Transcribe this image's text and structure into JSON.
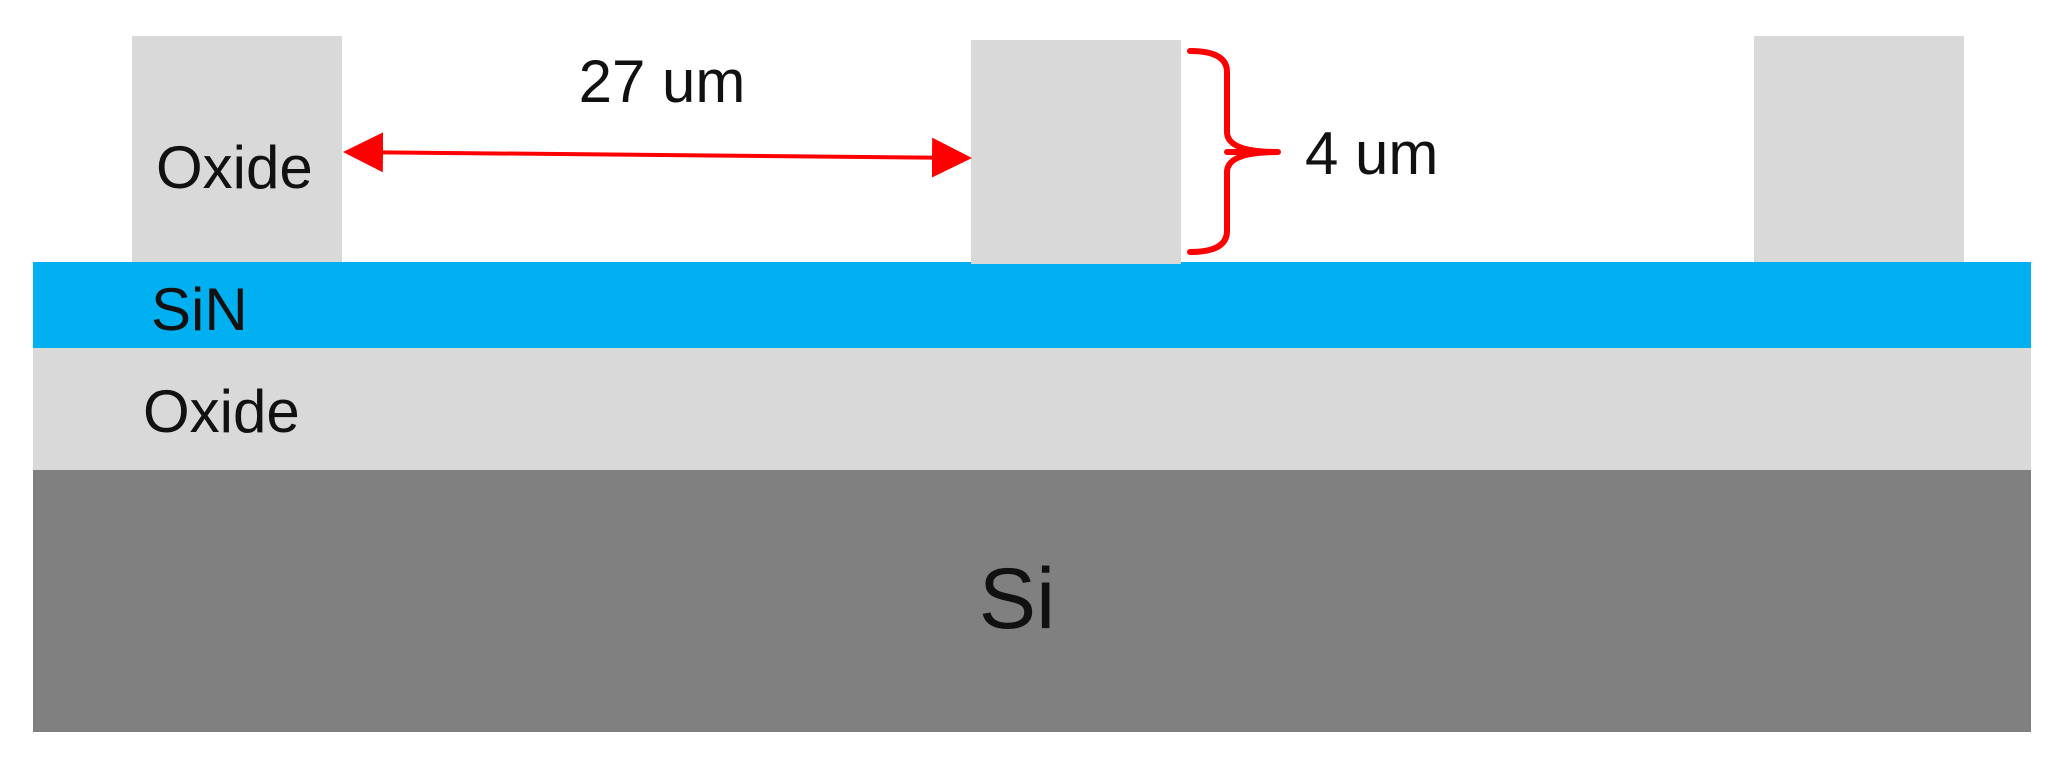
{
  "labels": {
    "oxide_pillar": "Oxide",
    "sin_layer": "SiN",
    "oxide_layer": "Oxide",
    "si_substrate": "Si",
    "spacing_dimension": "27 um",
    "height_dimension": "4 um"
  },
  "colors": {
    "background": "#ffffff",
    "oxide": "#d9d9d9",
    "sin": "#00b0f0",
    "si": "#808080",
    "annotation": "#ff0000",
    "text": "#111111"
  }
}
